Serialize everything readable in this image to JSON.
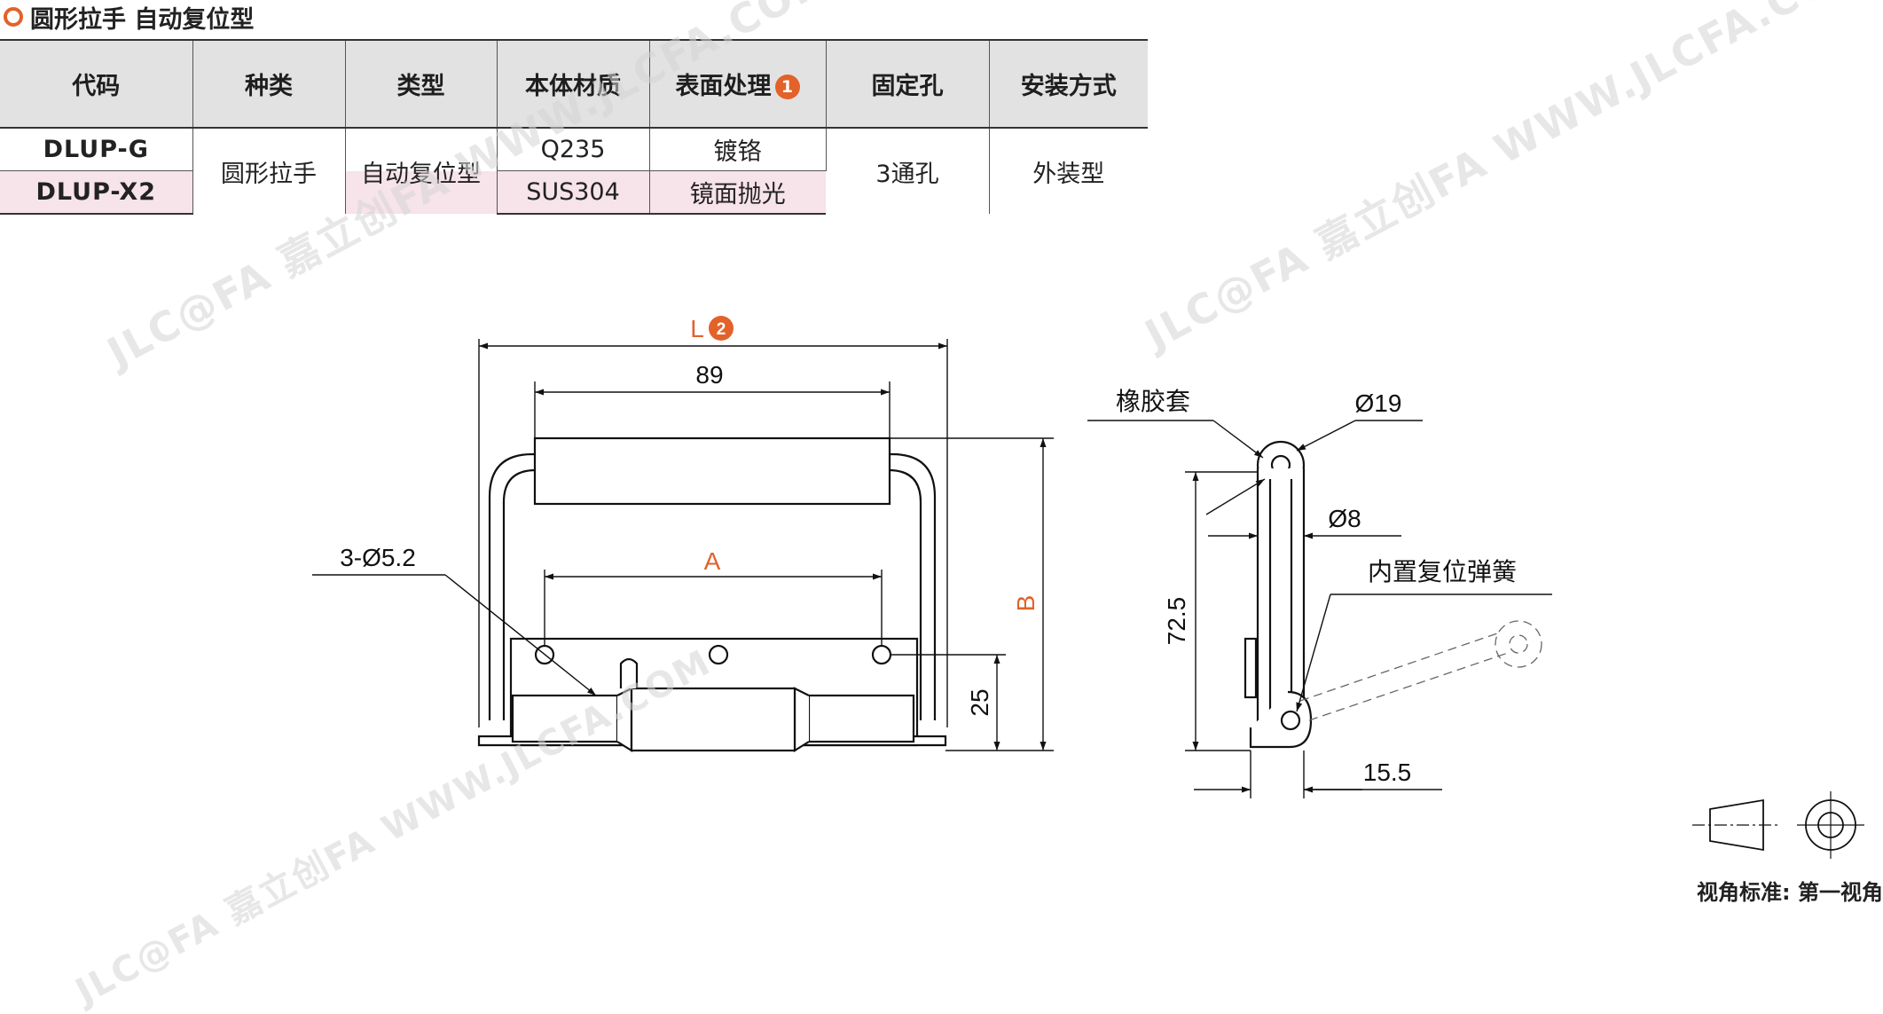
{
  "title": "圆形拉手 自动复位型",
  "table": {
    "headers": [
      "代码",
      "种类",
      "类型",
      "本体材质",
      "表面处理",
      "固定孔",
      "安装方式"
    ],
    "surface_badge": "1",
    "rows": [
      {
        "code": "DLUP-G",
        "material": "Q235",
        "surface": "镀铬"
      },
      {
        "code": "DLUP-X2",
        "material": "SUS304",
        "surface": "镜面抛光"
      }
    ],
    "kind": "圆形拉手",
    "type": "自动复位型",
    "holes": "3通孔",
    "mount": "外装型"
  },
  "drawing": {
    "front": {
      "L_label": "L",
      "L_badge": "2",
      "dim_89": "89",
      "dim_A": "A",
      "dim_B": "B",
      "dim_25": "25",
      "hole_label": "3-Ø5.2"
    },
    "side": {
      "rubber_label": "橡胶套",
      "dia_19": "Ø19",
      "dia_8": "Ø8",
      "dim_72_5": "72.5",
      "spring_label": "内置复位弹簧",
      "dim_15_5": "15.5"
    }
  },
  "view_label": "视角标准: 第一视角",
  "watermark": "JLC@FA 嘉立创FA WWW.JLCFA.COM",
  "colors": {
    "accent": "#e2622a",
    "code": "#2f5f96",
    "pink_row": "#f7e3ea",
    "header_bg": "#e2e2e2"
  }
}
